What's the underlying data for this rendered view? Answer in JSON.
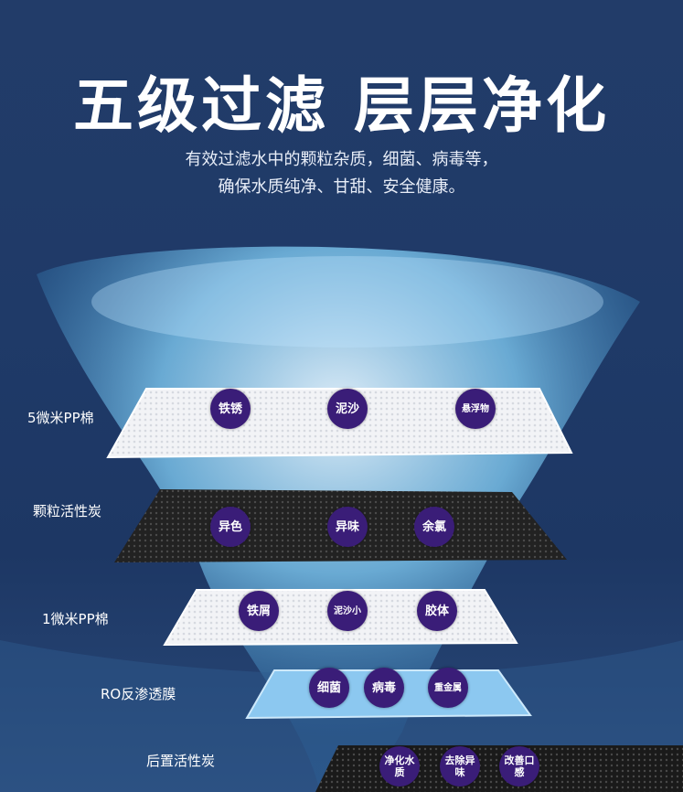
{
  "header": {
    "title": "五级过滤  层层净化",
    "subtitle_line1": "有效过滤水中的颗粒杂质，细菌、病毒等，",
    "subtitle_line2": "确保水质纯净、甘甜、安全健康。"
  },
  "layers": [
    {
      "name": "5微米PP棉",
      "removes": [
        "铁锈",
        "泥沙",
        "悬浮物"
      ]
    },
    {
      "name": "颗粒活性炭",
      "removes": [
        "异色",
        "异味",
        "余氯"
      ]
    },
    {
      "name": "1微米PP棉",
      "removes": [
        "铁屑",
        "泥沙小",
        "胶体"
      ]
    },
    {
      "name": "RO反渗透膜",
      "removes": [
        "细菌",
        "病毒",
        "重金属"
      ]
    },
    {
      "name": "后置活性炭",
      "removes": [
        "净化水质",
        "去除异味",
        "改善口感"
      ]
    }
  ],
  "colors": {
    "background": "#1f3a68",
    "badge": "#3a1d78",
    "white_slab": "#eef0f4",
    "carbon_slab": "#1a1a1a",
    "ro_slab": "#8cc8f0"
  }
}
